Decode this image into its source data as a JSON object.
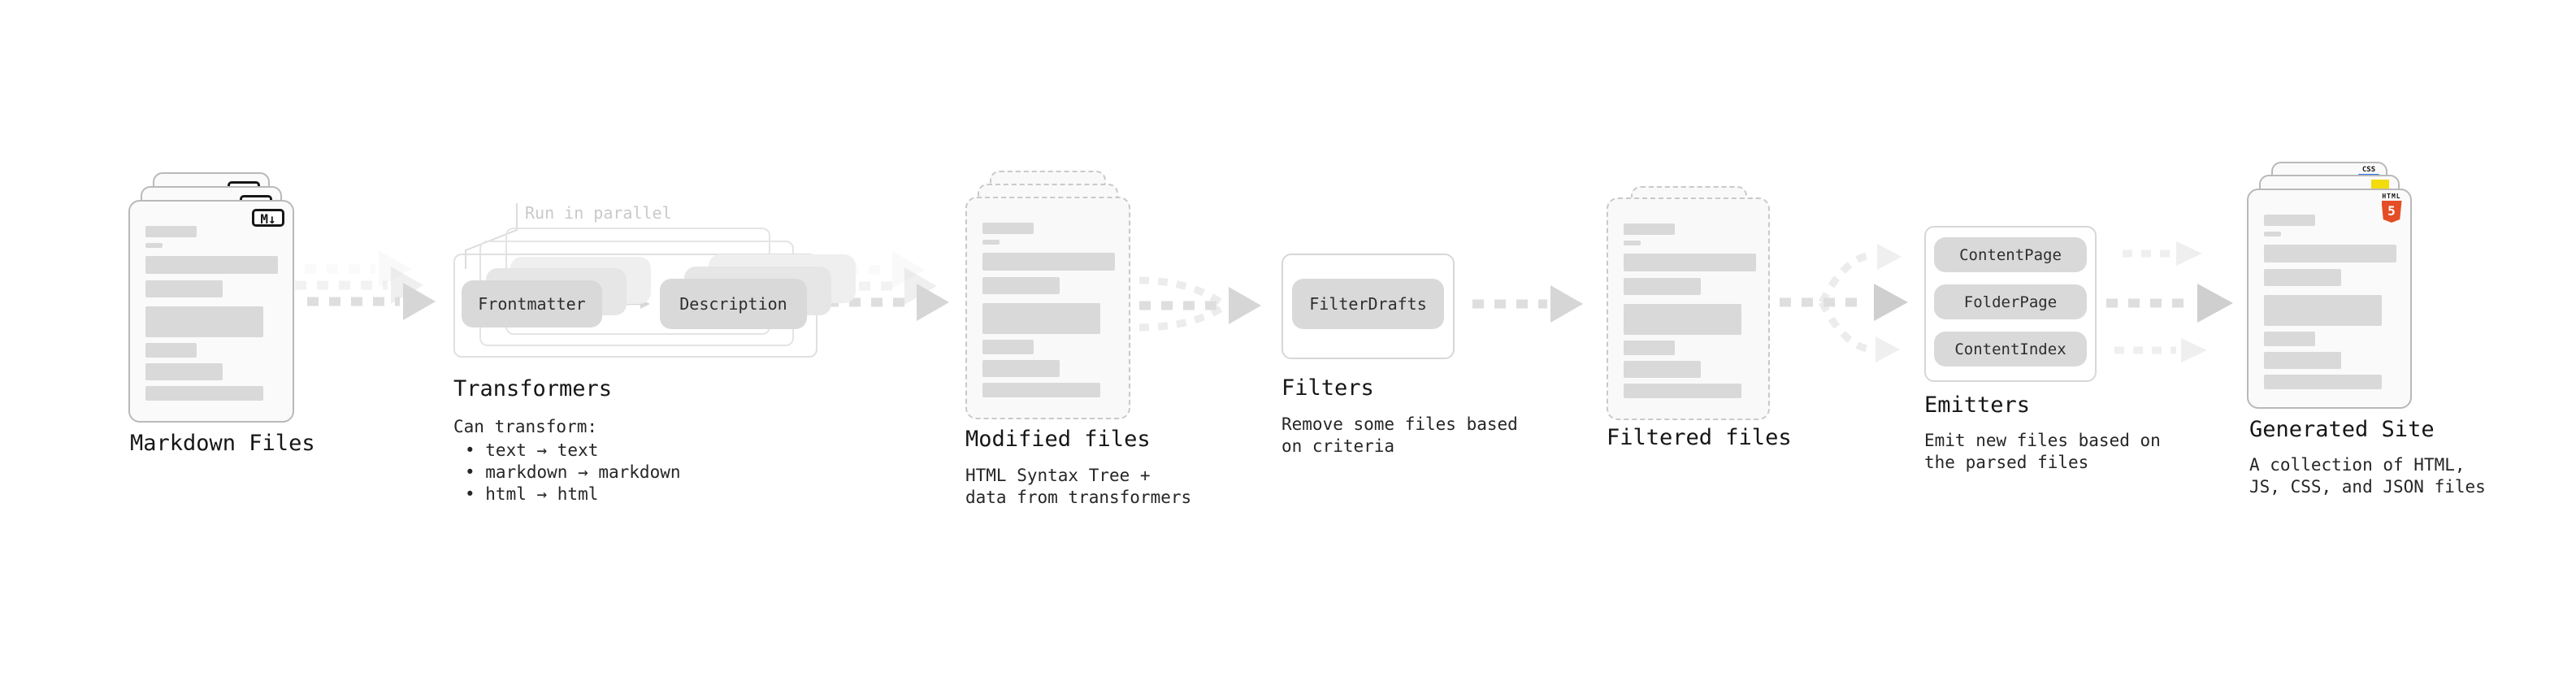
{
  "markdown": {
    "title": "Markdown Files",
    "badge": "M↓"
  },
  "transformers": {
    "title": "Transformers",
    "annotation": "Run in parallel",
    "pill_left": "Frontmatter",
    "pill_right": "Description",
    "subtitle": "Can transform:",
    "bullets": [
      "• text → text",
      "• markdown → markdown",
      "• html → html"
    ]
  },
  "modified": {
    "title": "Modified files",
    "subtitle_lines": [
      "HTML Syntax Tree +",
      "data from transformers"
    ]
  },
  "filters": {
    "title": "Filters",
    "pill": "FilterDrafts",
    "subtitle_lines": [
      "Remove some files based",
      "on criteria"
    ]
  },
  "filtered": {
    "title": "Filtered files"
  },
  "emitters": {
    "title": "Emitters",
    "pills": [
      "ContentPage",
      "FolderPage",
      "ContentIndex"
    ],
    "subtitle_lines": [
      "Emit new files based on",
      "the parsed files"
    ]
  },
  "generated": {
    "title": "Generated Site",
    "subtitle_lines": [
      "A collection of HTML,",
      "JS, CSS, and JSON files"
    ],
    "badges": {
      "html_word": "HTML",
      "html_number": "5",
      "css_word": "CSS"
    }
  },
  "colors": {
    "html5_orange": "#e44d26",
    "js_yellow": "#f2dc0c",
    "css_blue": "#2c6ff0",
    "card_fill": "#fafafa",
    "bar_fill": "#d9d9d9",
    "pill_fill": "#d9d9d9",
    "ink": "#161616",
    "muted_annotation": "#c9c9c9",
    "arrow_gray": "#d6d6d6"
  }
}
